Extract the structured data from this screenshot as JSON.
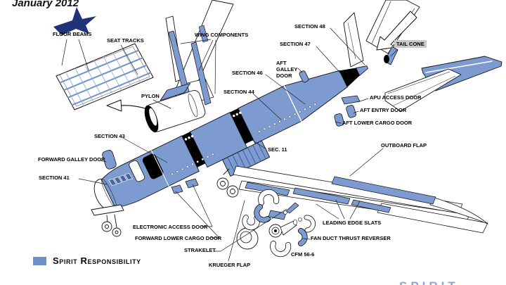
{
  "header": {
    "date": "January 2012"
  },
  "labels": {
    "floor_beams": "FLOOR BEAMS",
    "seat_tracks": "SEAT TRACKS",
    "wing_components": "WING COMPONENTS",
    "section_48": "SECTION 48",
    "section_47": "SECTION 47",
    "tail_cone": "TAIL CONE",
    "aft_galley_door": "AFT\nGALLEY\nDOOR",
    "section_46": "SECTION 46",
    "section_44": "SECTION 44",
    "pylon": "PYLON",
    "apu_access_door": "APU ACCESS DOOR",
    "aft_entry_door": "AFT ENTRY DOOR",
    "aft_lower_cargo_door": "AFT LOWER CARGO DOOR",
    "section_43": "SECTION 43",
    "sec_11": "SEC. 11",
    "outboard_flap": "OUTBOARD FLAP",
    "forward_galley_door": "FORWARD GALLEY DOOR",
    "section_41": "SECTION 41",
    "electronic_access_door": "ELECTRONIC ACCESS DOOR",
    "forward_lower_cargo_door": "FORWARD LOWER CARGO DOOR",
    "strakelet": "STRAKELET",
    "krueger_flap": "KRUEGER FLAP",
    "leading_edge_slats": "LEADING EDGE SLATS",
    "fan_duct_thrust_reverser": "FAN DUCT THRUST REVERSER",
    "cfm_56_6": "CFM 56-6"
  },
  "legend": {
    "label": "Spirit Responsibility",
    "swatch_color": "#6E90C7"
  },
  "logo": {
    "partial_text": "SPIRIT",
    "star_color": "#203279",
    "text_color": "#8FA5D6"
  },
  "colors": {
    "spirit_blue": "#7D9BD0",
    "outline_black": "#1a1a1a",
    "highlight_gray": "#C9C9C9"
  }
}
